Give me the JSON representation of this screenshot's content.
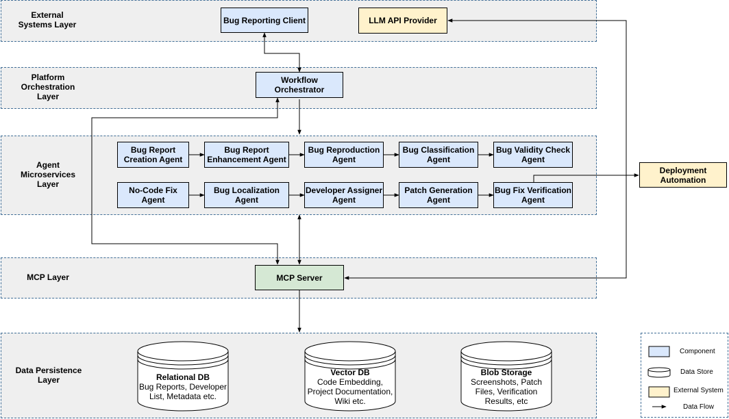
{
  "layers": {
    "external": "External\nSystems Layer",
    "platform": "Platform\nOrchestration\nLayer",
    "agents": "Agent\nMicroservices\nLayer",
    "mcp": "MCP Layer",
    "persistence": "Data Persistence\nLayer"
  },
  "external": {
    "bug_reporting_client": "Bug Reporting Client",
    "llm_api_provider": "LLM API Provider"
  },
  "platform": {
    "workflow_orchestrator": "Workflow\nOrchestrator"
  },
  "agents": {
    "row1": [
      "Bug Report\nCreation Agent",
      "Bug Report\nEnhancement Agent",
      "Bug Reproduction\nAgent",
      "Bug Classification\nAgent",
      "Bug Validity Check\nAgent"
    ],
    "row2": [
      "No-Code Fix\nAgent",
      "Bug Localization\nAgent",
      "Developer Assigner\nAgent",
      "Patch Generation\nAgent",
      "Bug Fix Verification\nAgent"
    ]
  },
  "deployment_automation": "Deployment\nAutomation",
  "mcp_server": "MCP Server",
  "data_stores": [
    {
      "title": "Relational DB",
      "desc": "Bug Reports, Developer\nList, Metadata etc."
    },
    {
      "title": "Vector DB",
      "desc": "Code Embedding,\nProject Documentation,\nWiki etc."
    },
    {
      "title": "Blob Storage",
      "desc": "Screenshots, Patch\nFiles, Verification\nResults, etc"
    }
  ],
  "legend": {
    "component": "Component",
    "data_store": "Data Store",
    "external_system": "External System",
    "data_flow": "Data Flow"
  },
  "colors": {
    "component": "#dae8fc",
    "external_system": "#fff2cc",
    "mcp_server": "#d5e8d4",
    "layer_background": "#efefef"
  }
}
